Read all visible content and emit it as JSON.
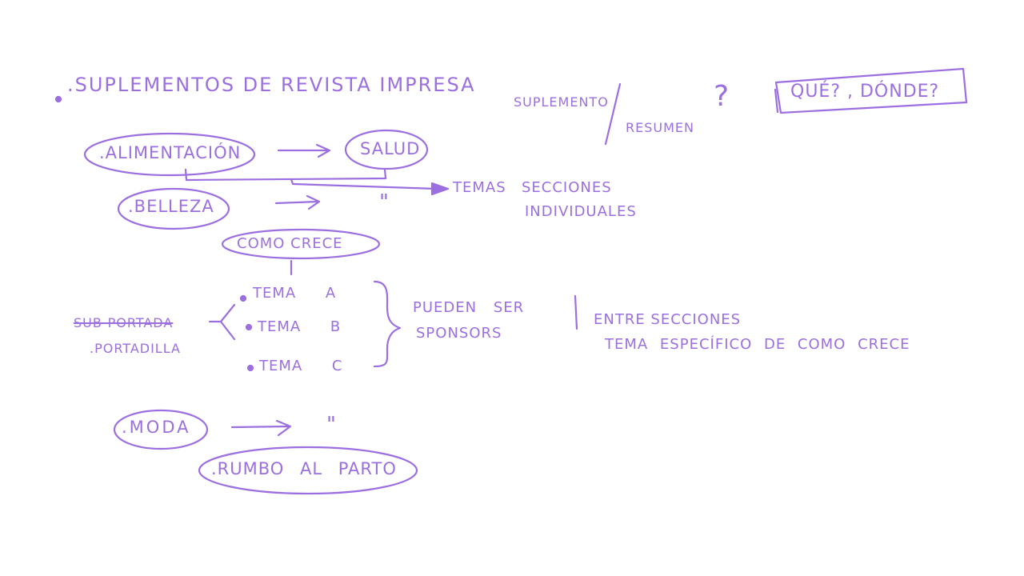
{
  "colors": {
    "ink": "#9b6fe0"
  },
  "title": ".SUPLEMENTOS DE REVISTA IMPRESA",
  "header_note": {
    "left": "SUPLEMENTO",
    "right": "RESUMEN",
    "mark": "?"
  },
  "question_box": "QUÉ? , DÓNDE?",
  "items": {
    "alimentacion": ".ALIMENTACIÓN",
    "salud": "SALUD",
    "belleza": ".BELLEZA",
    "belleza_ditto": "\"",
    "temas_label": "TEMAS",
    "secciones_line1": "SECCIONES",
    "secciones_line2": "INDIVIDUALES",
    "como_crece": "COMO CRECE",
    "tema_a": "TEMA A",
    "tema_b": "TEMA B",
    "tema_c": "TEMA C",
    "sub_portada": "SUB-PORTADA",
    "portadilla": ".PORTADILLA",
    "sponsor_line1": "PUEDEN SER",
    "sponsor_line2": "SPONSORS",
    "entre_line1": "ENTRE SECCIONES",
    "entre_line2": "TEMA ESPECÍFICO DE COMO CRECE",
    "moda": ".MODA",
    "moda_ditto": "\"",
    "rumbo": ".RUMBO AL PARTO"
  }
}
